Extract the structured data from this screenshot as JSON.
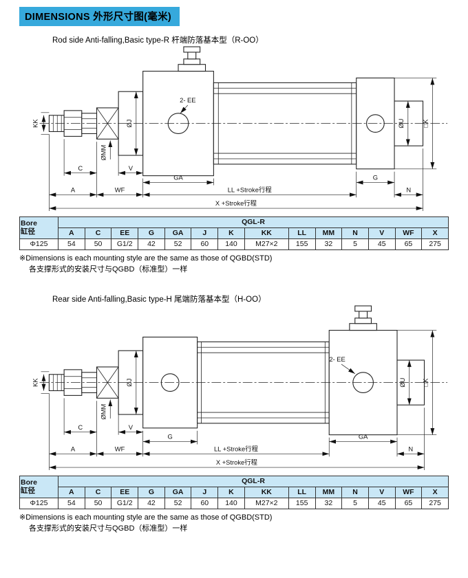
{
  "header": {
    "title": "DIMENSIONS 外形尺寸图(毫米)"
  },
  "sections": {
    "top": {
      "title": "Rod side Anti-falling,Basic type-R 杆端防落基本型（R-OO）"
    },
    "bottom": {
      "title": "Rear side Anti-falling,Basic type-H 尾端防落基本型（H-OO）"
    }
  },
  "drawing_labels": {
    "kk": "KK",
    "mm": "ØMM",
    "j": "ØJ",
    "u": "ØU",
    "k_sq": "□K",
    "ee": "2- EE",
    "c": "C",
    "v": "V",
    "ga": "GA",
    "g": "G",
    "a": "A",
    "wf": "WF",
    "ll_stroke": "LL +Stroke行程",
    "x_stroke": "X +Stroke行程",
    "n": "N"
  },
  "table": {
    "bore_en": "Bore",
    "bore_cn": "缸径",
    "series": "QGL-R",
    "columns": [
      "A",
      "C",
      "EE",
      "G",
      "GA",
      "J",
      "K",
      "KK",
      "LL",
      "MM",
      "N",
      "V",
      "WF",
      "X"
    ],
    "row": {
      "bore": "Φ125",
      "values": [
        "54",
        "50",
        "G1/2",
        "42",
        "52",
        "60",
        "140",
        "M27×2",
        "155",
        "32",
        "5",
        "45",
        "65",
        "275"
      ]
    }
  },
  "notes": {
    "line1": "※Dimensions is each mounting style are the same as those of QGBD(STD)",
    "line2": "各支撑形式的安装尺寸与QGBD（标准型）一样"
  },
  "colors": {
    "accent": "#36a9dc",
    "table_header_bg": "#c9e7f6"
  }
}
